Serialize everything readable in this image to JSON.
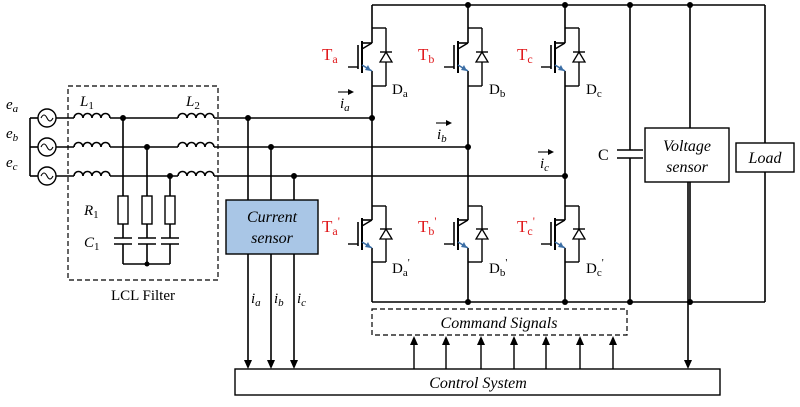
{
  "sources": [
    {
      "name": "e",
      "sub": "a"
    },
    {
      "name": "e",
      "sub": "b"
    },
    {
      "name": "e",
      "sub": "c"
    }
  ],
  "filter": {
    "title": "LCL Filter",
    "l1": {
      "name": "L",
      "sub": "1"
    },
    "l2": {
      "name": "L",
      "sub": "2"
    },
    "r1": {
      "name": "R",
      "sub": "1"
    },
    "c1": {
      "name": "C",
      "sub": "1"
    }
  },
  "current_sensor": {
    "line1": "Current",
    "line2": "sensor",
    "fill": "#a9c6e6"
  },
  "sensed_currents": [
    {
      "name": "i",
      "sub": "a"
    },
    {
      "name": "i",
      "sub": "b"
    },
    {
      "name": "i",
      "sub": "c"
    }
  ],
  "phase_currents": [
    {
      "name": "i",
      "sub": "a"
    },
    {
      "name": "i",
      "sub": "b"
    },
    {
      "name": "i",
      "sub": "c"
    }
  ],
  "upper_switches": [
    {
      "t": "T",
      "t_sub": "a",
      "d": "D",
      "d_sub": "a"
    },
    {
      "t": "T",
      "t_sub": "b",
      "d": "D",
      "d_sub": "b"
    },
    {
      "t": "T",
      "t_sub": "c",
      "d": "D",
      "d_sub": "c"
    }
  ],
  "lower_switches": [
    {
      "t": "T",
      "t_sub": "a",
      "prime": "'",
      "d": "D",
      "d_sub": "a",
      "d_prime": "'"
    },
    {
      "t": "T",
      "t_sub": "b",
      "prime": "'",
      "d": "D",
      "d_sub": "b",
      "d_prime": "'"
    },
    {
      "t": "T",
      "t_sub": "c",
      "prime": "'",
      "d": "D",
      "d_sub": "c",
      "d_prime": "'"
    }
  ],
  "dc_capacitor": "C",
  "voltage_sensor": {
    "line1": "Voltage",
    "line2": "sensor"
  },
  "load": "Load",
  "command_signals": "Command Signals",
  "control_system": "Control System",
  "colors": {
    "switch_label": "#e0181b",
    "switch_arrow": "#3b6ea5"
  }
}
